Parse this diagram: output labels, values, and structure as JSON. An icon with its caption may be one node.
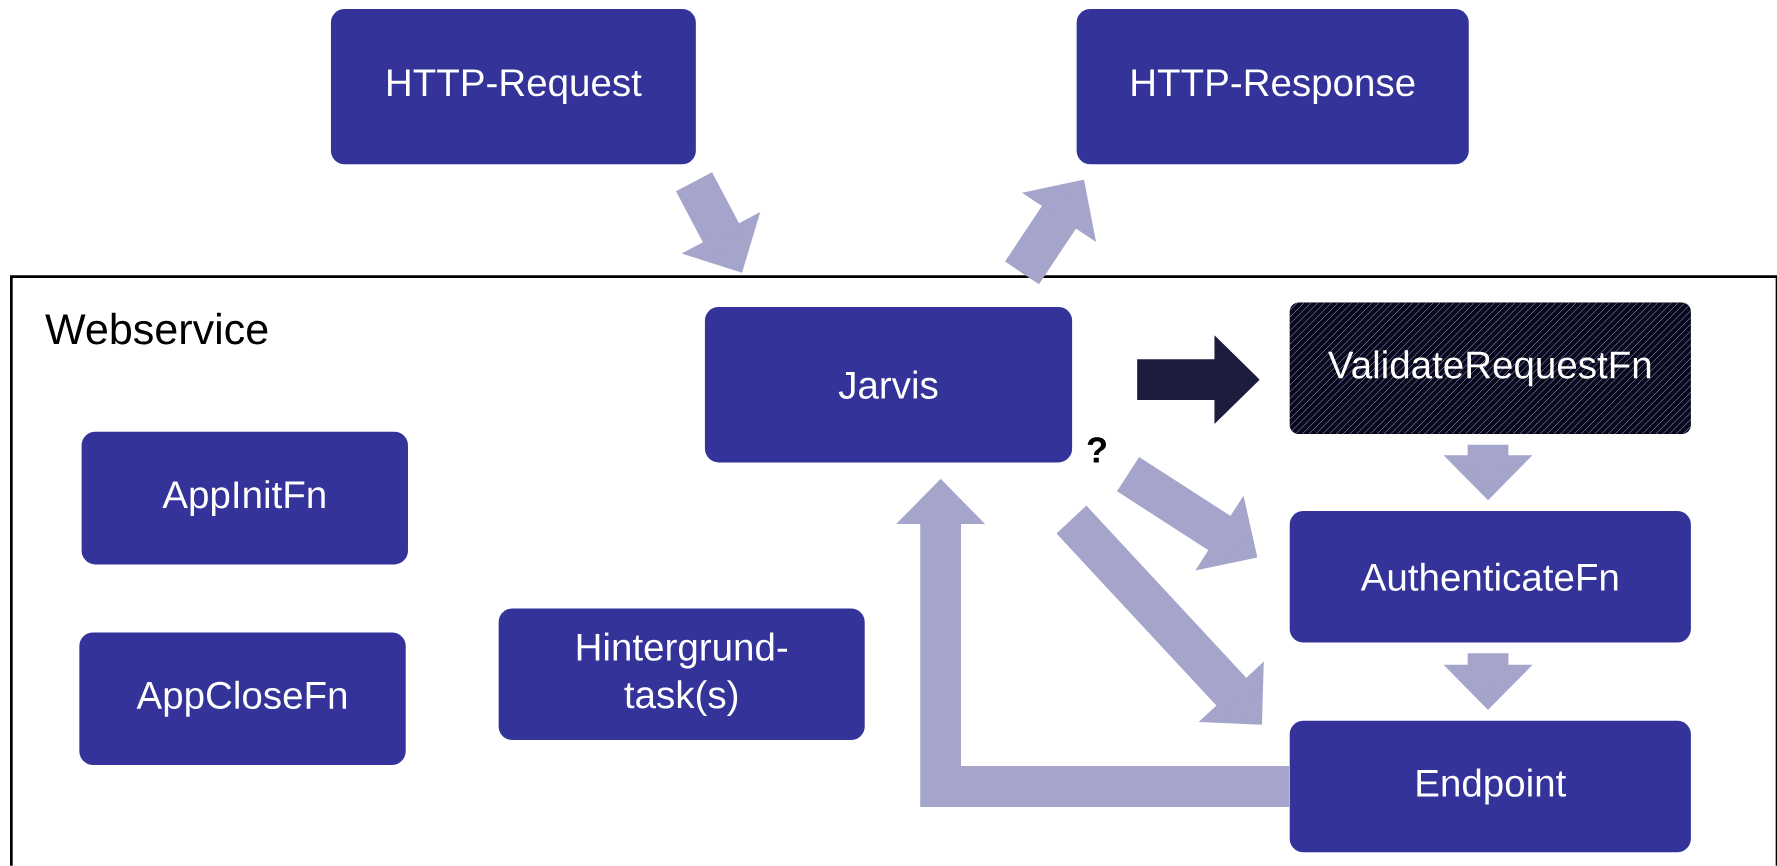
{
  "diagram": {
    "nodes": [
      {
        "text": [
          "HTTP-Request"
        ]
      },
      {
        "text": [
          "HTTP-Response"
        ]
      },
      {
        "text": [
          "Webservice"
        ]
      },
      {
        "text": [
          "Jarvis"
        ],
        "in": 2
      },
      {
        "text": [
          "ValidateRequestFn"
        ],
        "in": 2
      },
      {
        "text": [
          "AppInitFn"
        ],
        "in": 2
      },
      {
        "text": [
          "AuthenticateFn"
        ],
        "in": 2
      },
      {
        "text": [
          "AppCloseFn"
        ],
        "in": 2
      },
      {
        "text": [
          "Hintergrund-task(s)"
        ],
        "in": 2
      },
      {
        "text": [
          "Endpoint"
        ],
        "in": 2
      }
    ],
    "edges": [
      {
        "from": 0,
        "to": 2,
        "arrow": "to"
      },
      {
        "from": 2,
        "to": 1,
        "arrow": "to"
      },
      {
        "from": 3,
        "to": 4,
        "arrow": "to",
        "color": "#1c1c3c"
      },
      {
        "from": 3,
        "to": 6,
        "arrow": "to"
      },
      {
        "from": 3,
        "to": 9,
        "arrow": "to"
      },
      {
        "from": 4,
        "to": 6,
        "arrow": "to"
      },
      {
        "from": 6,
        "to": 9,
        "arrow": "to"
      },
      {
        "from": 9,
        "to": 3,
        "arrow": "to"
      }
    ],
    "labels": [
      "?"
    ]
  }
}
